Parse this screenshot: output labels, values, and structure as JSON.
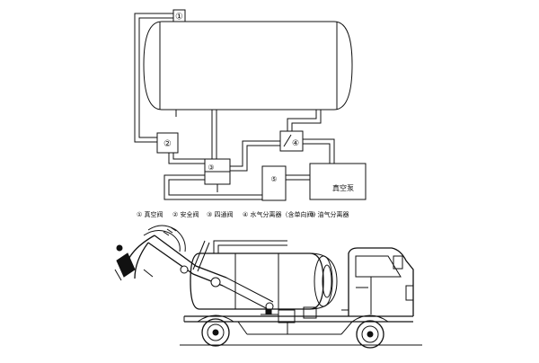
{
  "markers": {
    "m1": "①",
    "m2": "②",
    "m3": "③",
    "m4": "④",
    "m5": "⑤"
  },
  "vacuum_pump_label": "真空泵",
  "legend": [
    "① 真空阀",
    "② 安全阀",
    "③ 四通阀",
    "④ 水气分离器（含单向阀）",
    "⑤ 油气分离器"
  ]
}
